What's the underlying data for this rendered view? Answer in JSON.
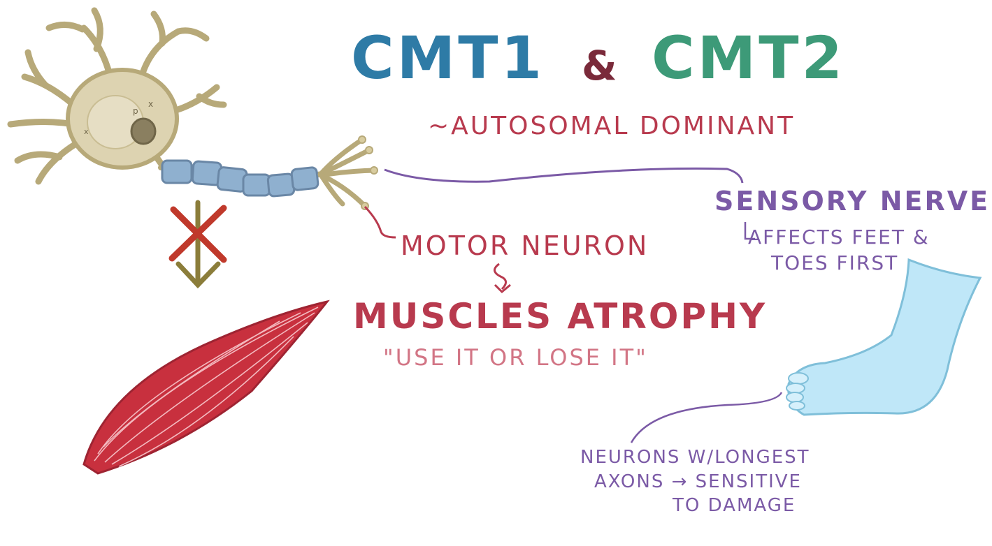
{
  "title": {
    "cmt1": "CMT1",
    "ampersand": "&",
    "cmt2": "CMT2",
    "inheritance": "~Autosomal Dominant"
  },
  "motor": {
    "label": "Motor Neuron",
    "result": "Muscles Atrophy",
    "quote": "\"use it or lose it\""
  },
  "sensory": {
    "label": "Sensory Nerve",
    "note_line1": "Affects feet &",
    "note_line2": "toes first"
  },
  "longest_axons": {
    "line1": "Neurons w/longest",
    "line2": "axons → sensitive",
    "line3": "to damage"
  },
  "colors": {
    "cmt1": "#2e7ba6",
    "cmt2": "#3d9a78",
    "ampersand": "#7a2a3a",
    "maroon": "#b83a4e",
    "pink": "#d27585",
    "purple": "#7b5aa6",
    "myelin": "#8fb0cf",
    "neuron_body": "#ddd3b1",
    "muscle": "#c8303e",
    "foot": "#bfe7f8",
    "cross": "#c0392b",
    "arrow": "#8b7d3a"
  },
  "icons": [
    "neuron-illustration",
    "blocked-arrow-icon",
    "muscle-illustration",
    "foot-illustration"
  ]
}
